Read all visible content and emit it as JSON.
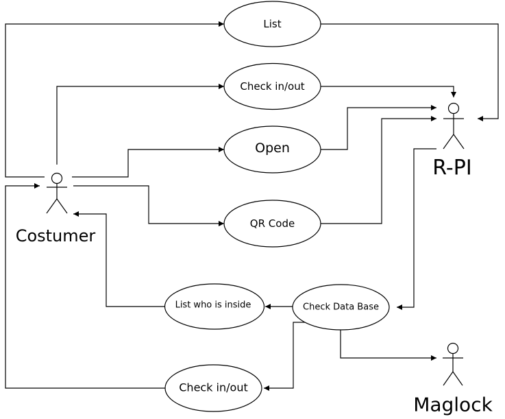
{
  "actors": {
    "costumer": "Costumer",
    "rpi": "R-PI",
    "maglock": "Maglock"
  },
  "use_cases": {
    "list": "List",
    "check_in_out_top": "Check in/out",
    "open": "Open",
    "qr_code": "QR Code",
    "check_data_base": "Check Data Base",
    "list_who_is_inside": "List who is inside",
    "check_in_out_bottom": "Check in/out"
  },
  "colors": {
    "stroke": "#000000",
    "background": "#ffffff"
  }
}
